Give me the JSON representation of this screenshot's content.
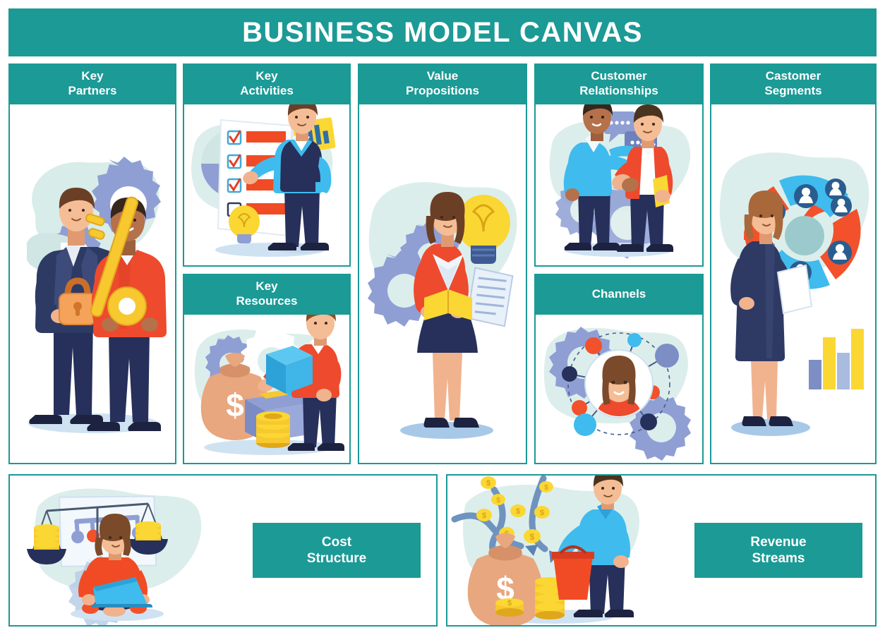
{
  "title": "BUSINESS MODEL CANVAS",
  "theme": {
    "accent_teal": "#1b9a96",
    "background": "#ffffff",
    "illustration_red": "#ef4123",
    "illustration_orange": "#f5732f",
    "illustration_cyan": "#3fb8ef",
    "illustration_navy": "#26305a",
    "illustration_blue_gray": "#7d8ec4",
    "illustration_yellow": "#fbd734",
    "illustration_pale_blue": "#cfe6e6",
    "illustration_gold": "#f0b323"
  },
  "blocks": [
    {
      "id": "key-partners",
      "title_line1": "Key",
      "title_line2": "Partners",
      "illustration": "two-people-lock-and-key"
    },
    {
      "id": "key-activities",
      "title_line1": "Key",
      "title_line2": "Activities",
      "illustration": "man-with-checklist"
    },
    {
      "id": "key-resources",
      "title_line1": "Key",
      "title_line2": "Resources",
      "illustration": "man-with-box-and-moneybag"
    },
    {
      "id": "value-propositions",
      "title_line1": "Value",
      "title_line2": "Propositions",
      "illustration": "woman-with-folder-gears-bulb"
    },
    {
      "id": "customer-relationships",
      "title_line1": "Customer",
      "title_line2": "Relationships",
      "illustration": "two-men-handshake"
    },
    {
      "id": "channels",
      "title_line1": "Channels",
      "title_line2": "",
      "illustration": "network-avatar-nodes"
    },
    {
      "id": "customer-segments",
      "title_line1": "Castomer",
      "title_line2": "Segments",
      "illustration": "woman-with-segmented-pie"
    }
  ],
  "bottom_blocks": [
    {
      "id": "cost-structure",
      "title_line1": "Cost",
      "title_line2": "Structure",
      "illustration": "woman-laptop-balance-scales"
    },
    {
      "id": "revenue-streams",
      "title_line1": "Revenue",
      "title_line2": "Streams",
      "illustration": "man-bucket-catching-coins"
    }
  ]
}
